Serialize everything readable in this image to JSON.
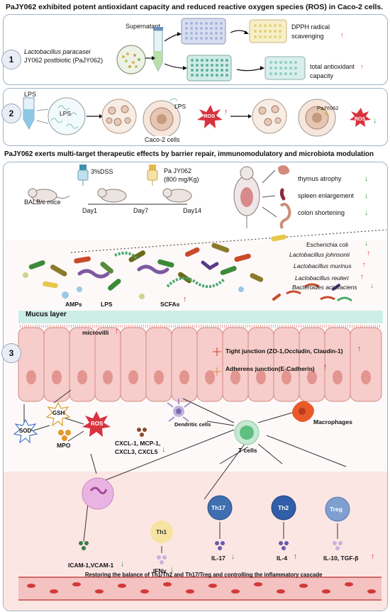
{
  "top_title": "PaJY062 exhibited potent antioxidant capacity and reduced reactive oxygen species (ROS) in Caco-2 cells.",
  "panel1": {
    "number": "1",
    "strain_line1": "Lactobacillus paracasei",
    "strain_line2": "JY062 postbiotic (PaJY062)",
    "supernatant": "Supernatant",
    "result1_line1": "DPPH radical",
    "result1_line2": "scavenging",
    "result2_line1": "total antioxidant",
    "result2_line2": "capacity",
    "arrow_up": "↑"
  },
  "panel2": {
    "number": "2",
    "lps_tube": "LPS",
    "lps_inner": "LPS",
    "lps_cell": "LPS",
    "cells_label": "Caco-2 cells",
    "ros1": "ROS",
    "pajy": "PaJY062",
    "ros2": "ROS",
    "arrow_up": "↑",
    "arrow_down": "↓"
  },
  "mid_title": "PaJY062 exerts multi-target therapeutic effects by  barrier repair, immunomodulatory and microbiota modulation",
  "panel3": {
    "number": "3",
    "dss": "3%DSS",
    "treatment_line1": "Pa JY062",
    "treatment_line2": "(800 mg/Kg)",
    "mice": "BALB/c mice",
    "day1": "Day1",
    "day7": "Day7",
    "day14": "Day14",
    "outcomes": [
      {
        "label": "thymus atrophy",
        "arrow": "↓"
      },
      {
        "label": "spleen enlargement",
        "arrow": "↓"
      },
      {
        "label": "colon shortening",
        "arrow": "↓"
      }
    ],
    "bacteria": [
      {
        "label": "Escherichia coli",
        "arrow": "↓"
      },
      {
        "label": "Lactobacillus johnsonii",
        "arrow": "↑"
      },
      {
        "label": "Lactobacillus murinus",
        "arrow": "↑"
      },
      {
        "label": "Lactobacillus reuteri",
        "arrow": "↑"
      },
      {
        "label": "Bacteroides acidifaciens",
        "arrow": "↓"
      }
    ],
    "amps": "AMPs",
    "lps": "LPS",
    "scfas": "SCFAs",
    "scfa_arrow": "↑",
    "mucus": "Mucus layer",
    "microvilli": "microvilli",
    "microvilli_arrow": "↑",
    "tight_junction": "Tight junction (ZO-1,Occludin, Claudin-1)",
    "tight_arrow": "↑",
    "adherens_junction": "Adherens junction(E-Cadherin)",
    "adherens_arrow": "↑",
    "gsh": "GSH",
    "sod": "SOD",
    "ros": "ROS",
    "mpo": "MPO",
    "dendritic": "Dendritic cells",
    "chemokines_line1": "CXCL-1, MCP-1,",
    "chemokines_line2": "CXCL3, CXCL5",
    "chemokines_arrow": "↓",
    "macrophages": "Macrophages",
    "tcells": "T cells",
    "th1": "Th1",
    "th17": "Th17",
    "th2": "Th2",
    "treg": "Treg",
    "icam": "ICAM-1,VCAM-1",
    "icam_arrow": "↓",
    "ifn": "IFNγ",
    "ifn_arrow": "↓",
    "il17": "IL-17",
    "il17_arrow": "↓",
    "il4": "IL-4",
    "il4_arrow": "↑",
    "il10": "IL-10, TGF-β",
    "il10_arrow": "↑",
    "restoring": "Restoring the balance of Th1/Th2 and Th17/Treg and controlling the inflammatory cascade"
  },
  "colors": {
    "up_arrow": "#d33333",
    "down_arrow": "#3a9a3a",
    "ros_star": "#d9323f",
    "mucus": "#cdeee6",
    "epithelium": "#f4c9c6",
    "lower_bg": "#fbe6e4",
    "th17": "#3f6fb0",
    "th2": "#2f5fa8",
    "treg": "#6f8fc8",
    "th1": "#f3d46a",
    "neutrophil": "#e2a9dc"
  }
}
